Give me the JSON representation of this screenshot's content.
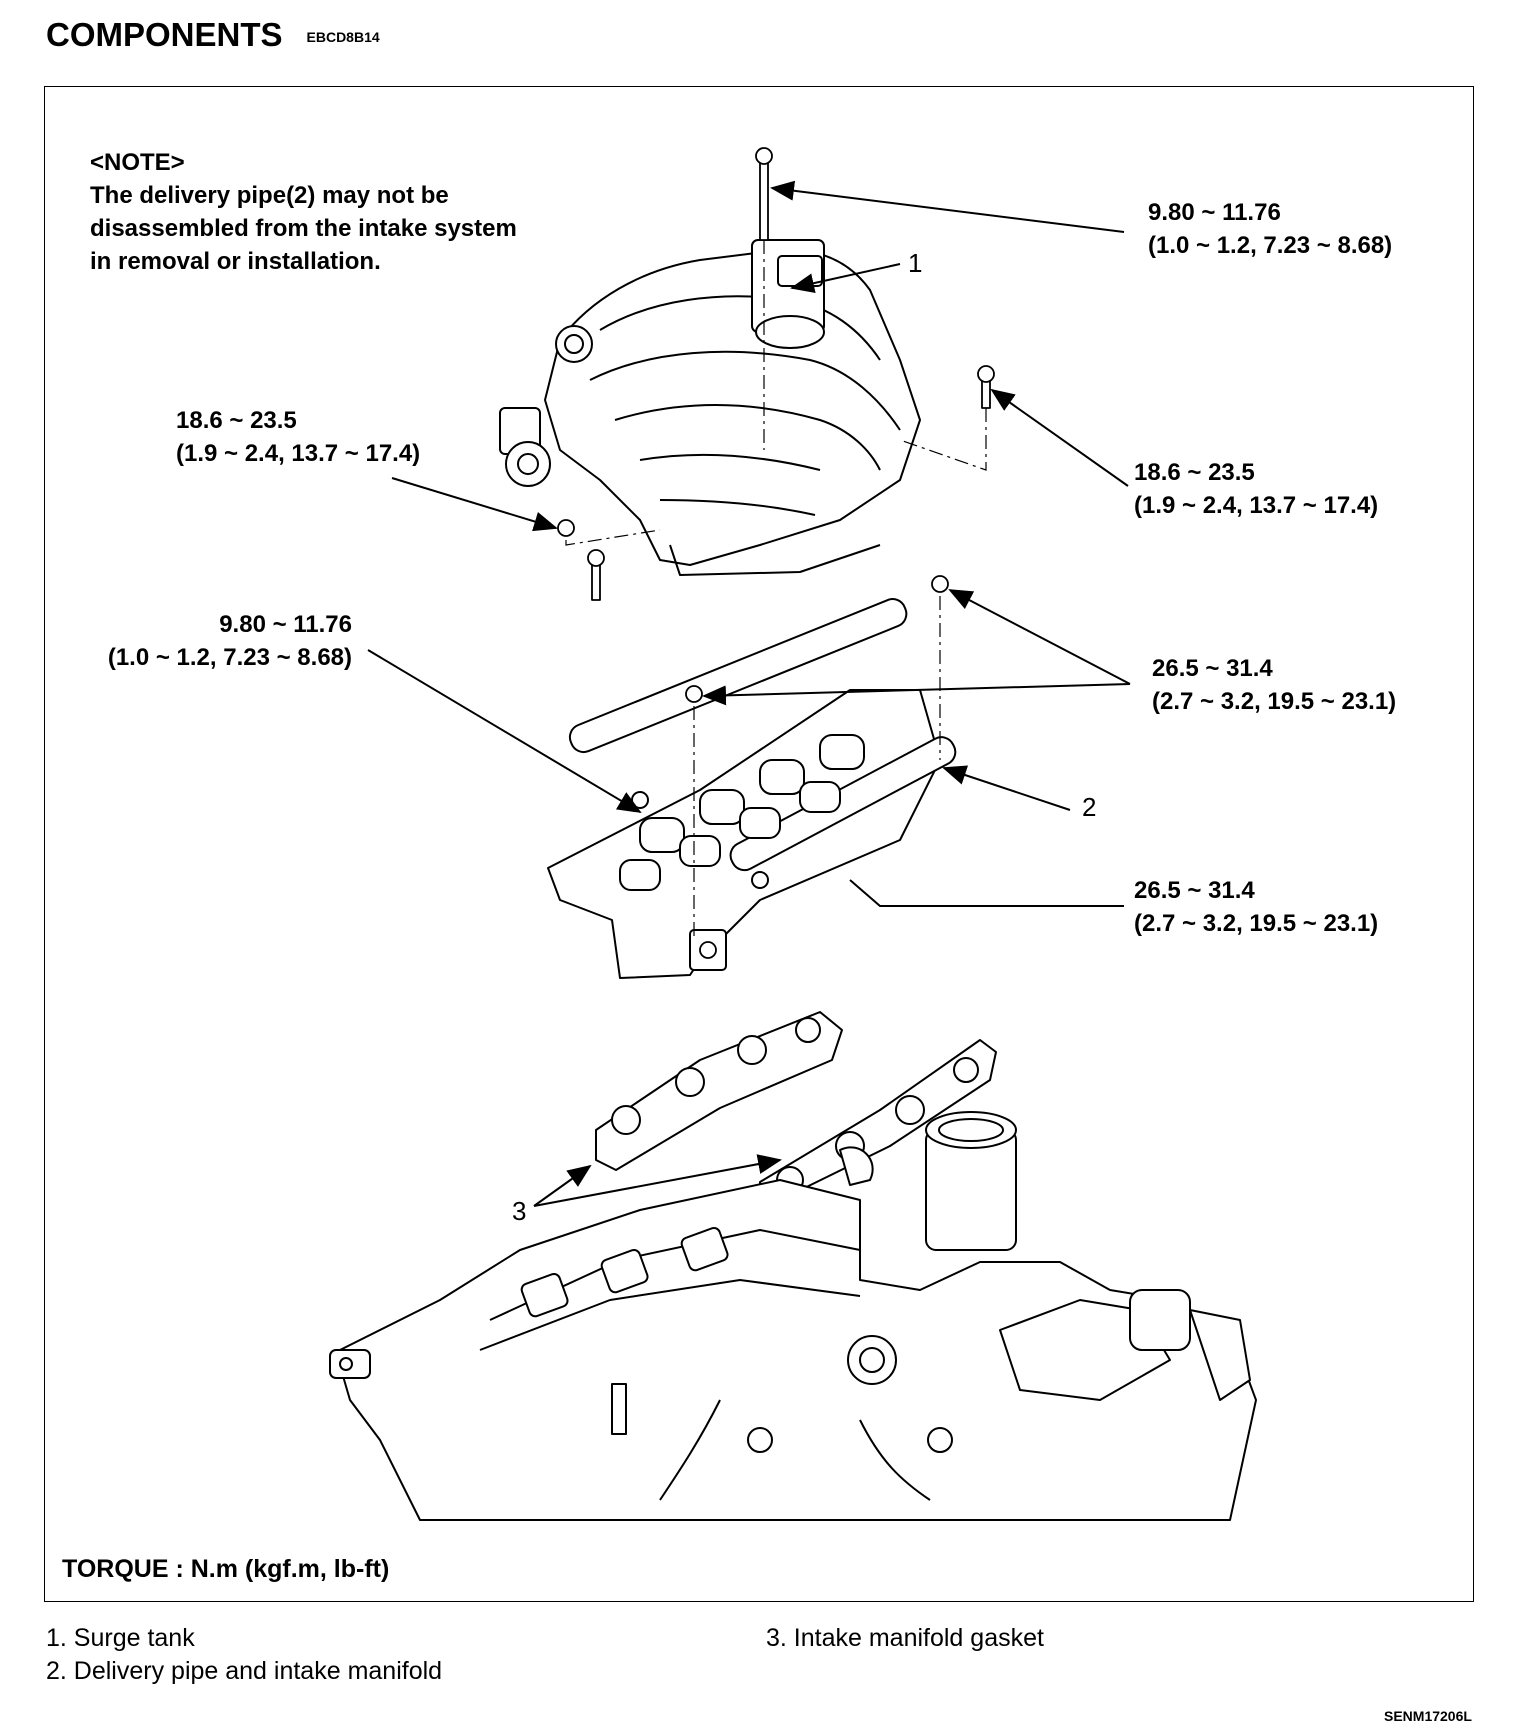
{
  "header": {
    "title": "COMPONENTS",
    "code": "EBCD8B14"
  },
  "note": {
    "heading": "<NOTE>",
    "lines": [
      "The delivery pipe(2) may not be",
      "disassembled from the intake system",
      "in removal or installation."
    ]
  },
  "torque_specs": [
    {
      "id": "spec-top-right",
      "line1": "9.80 ~ 11.76",
      "line2": "(1.0 ~ 1.2, 7.23 ~ 8.68)"
    },
    {
      "id": "spec-upper-left",
      "line1": "18.6 ~ 23.5",
      "line2": "(1.9 ~ 2.4, 13.7 ~ 17.4)"
    },
    {
      "id": "spec-upper-right",
      "line1": "18.6 ~ 23.5",
      "line2": "(1.9 ~ 2.4, 13.7 ~ 17.4)"
    },
    {
      "id": "spec-mid-left",
      "line1": "9.80 ~ 11.76",
      "line2": "(1.0 ~ 1.2, 7.23 ~ 8.68)"
    },
    {
      "id": "spec-mid-right",
      "line1": "26.5 ~ 31.4",
      "line2": "(2.7 ~ 3.2, 19.5 ~ 23.1)"
    },
    {
      "id": "spec-lower-right",
      "line1": "26.5 ~ 31.4",
      "line2": "(2.7 ~ 3.2, 19.5 ~ 23.1)"
    }
  ],
  "callouts": [
    "1",
    "2",
    "3"
  ],
  "torque_unit": "TORQUE : N.m (kgf.m, lb-ft)",
  "legend": [
    "1. Surge tank",
    "2. Delivery pipe and intake manifold",
    "3. Intake manifold gasket"
  ],
  "doc_id": "SENM17206L"
}
